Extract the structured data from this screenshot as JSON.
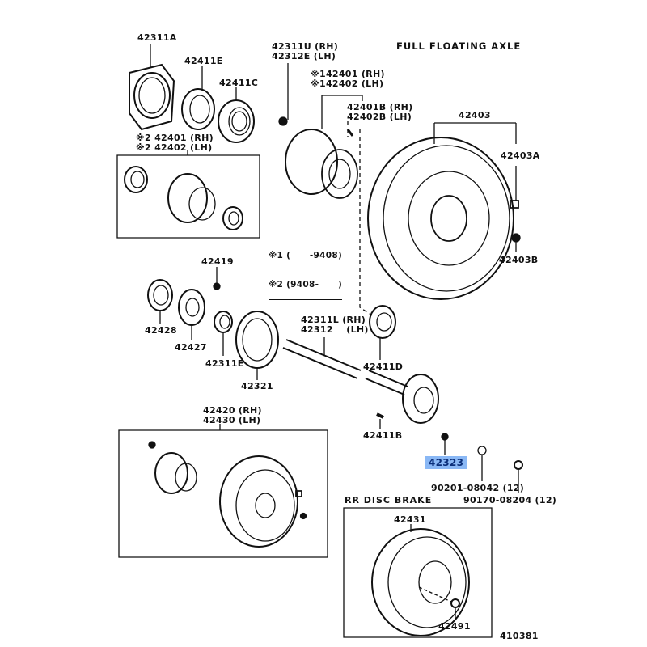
{
  "diagram": {
    "title": "FULL FLOATING AXLE",
    "figure_number": "410381",
    "highlight_color": "#8ab8f5",
    "legend": {
      "line1": "※1 (      -9408)",
      "line2": "※2 (9408-      )"
    },
    "sections": {
      "rear_disc_brake": "RR DISC BRAKE"
    },
    "labels": {
      "p42311A": "42311A",
      "p42411E": "42411E",
      "p42411C": "42411C",
      "hub_kit2": "※2 42401 (RH)\n※2 42402 (LH)",
      "p42311U": "42311U (RH)\n42312E (LH)",
      "hub_kit1": "※142401 (RH)\n※142402 (LH)",
      "p42401B": "42401B (RH)\n42402B (LH)",
      "p42403": "42403",
      "p42403A": "42403A",
      "p42403B": "42403B",
      "p42419": "42419",
      "p42428": "42428",
      "p42427": "42427",
      "p42311E": "42311E",
      "p42321": "42321",
      "p42311L": "42311L (RH)\n42312    (LH)",
      "p42411D": "42411D",
      "p42411B": "42411B",
      "p42323": "42323",
      "p90201": "90201-08042 (12)",
      "p90170": "90170-08204 (12)",
      "p42420": "42420 (RH)\n42430 (LH)",
      "p42431": "42431",
      "p42491": "42491"
    },
    "selected_part": "42323"
  }
}
